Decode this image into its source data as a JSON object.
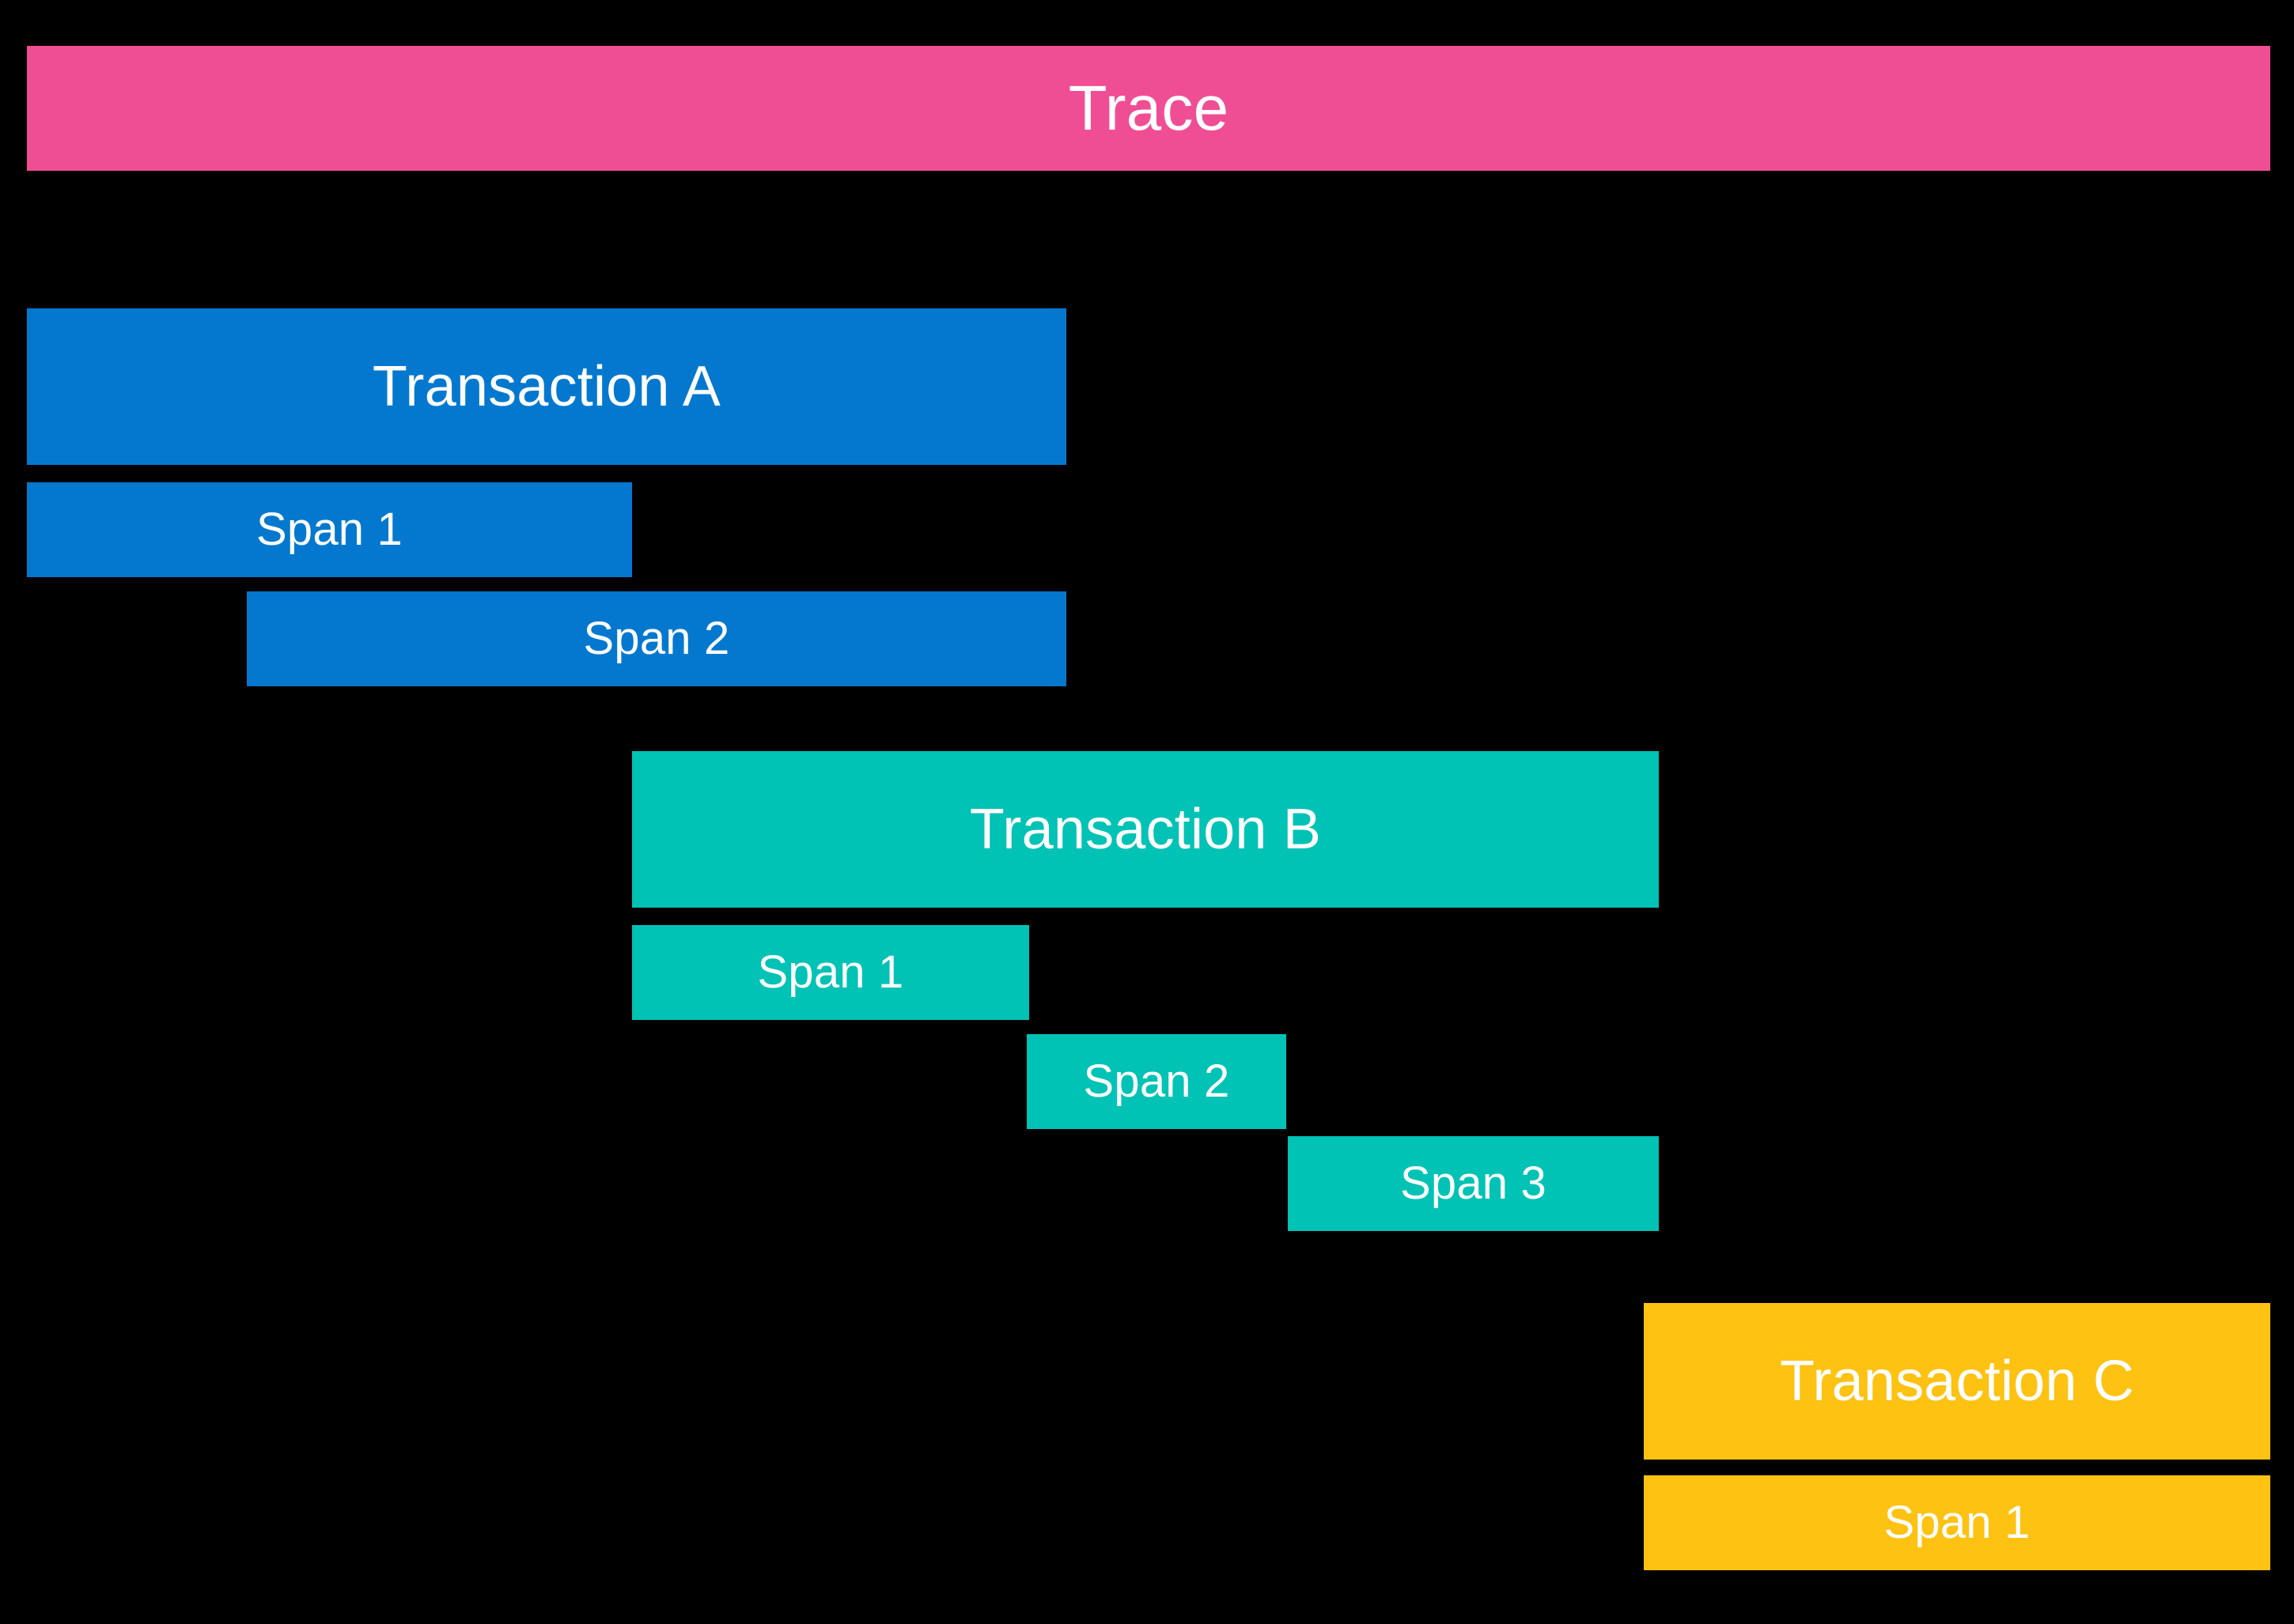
{
  "diagram": {
    "background_color": "#000000",
    "label_color": "#ffffff"
  },
  "colors": {
    "trace": "#ef4e95",
    "transaction_a": "#0478ce",
    "transaction_b": "#00c2b5",
    "transaction_c": "#fdc212"
  },
  "trace": {
    "label": "Trace"
  },
  "transactions": [
    {
      "label": "Transaction A",
      "color_key": "transaction_a",
      "spans": [
        {
          "label": "Span 1"
        },
        {
          "label": "Span 2"
        }
      ]
    },
    {
      "label": "Transaction B",
      "color_key": "transaction_b",
      "spans": [
        {
          "label": "Span 1"
        },
        {
          "label": "Span 2"
        },
        {
          "label": "Span 3"
        }
      ]
    },
    {
      "label": "Transaction C",
      "color_key": "transaction_c",
      "spans": [
        {
          "label": "Span 1"
        }
      ]
    }
  ]
}
